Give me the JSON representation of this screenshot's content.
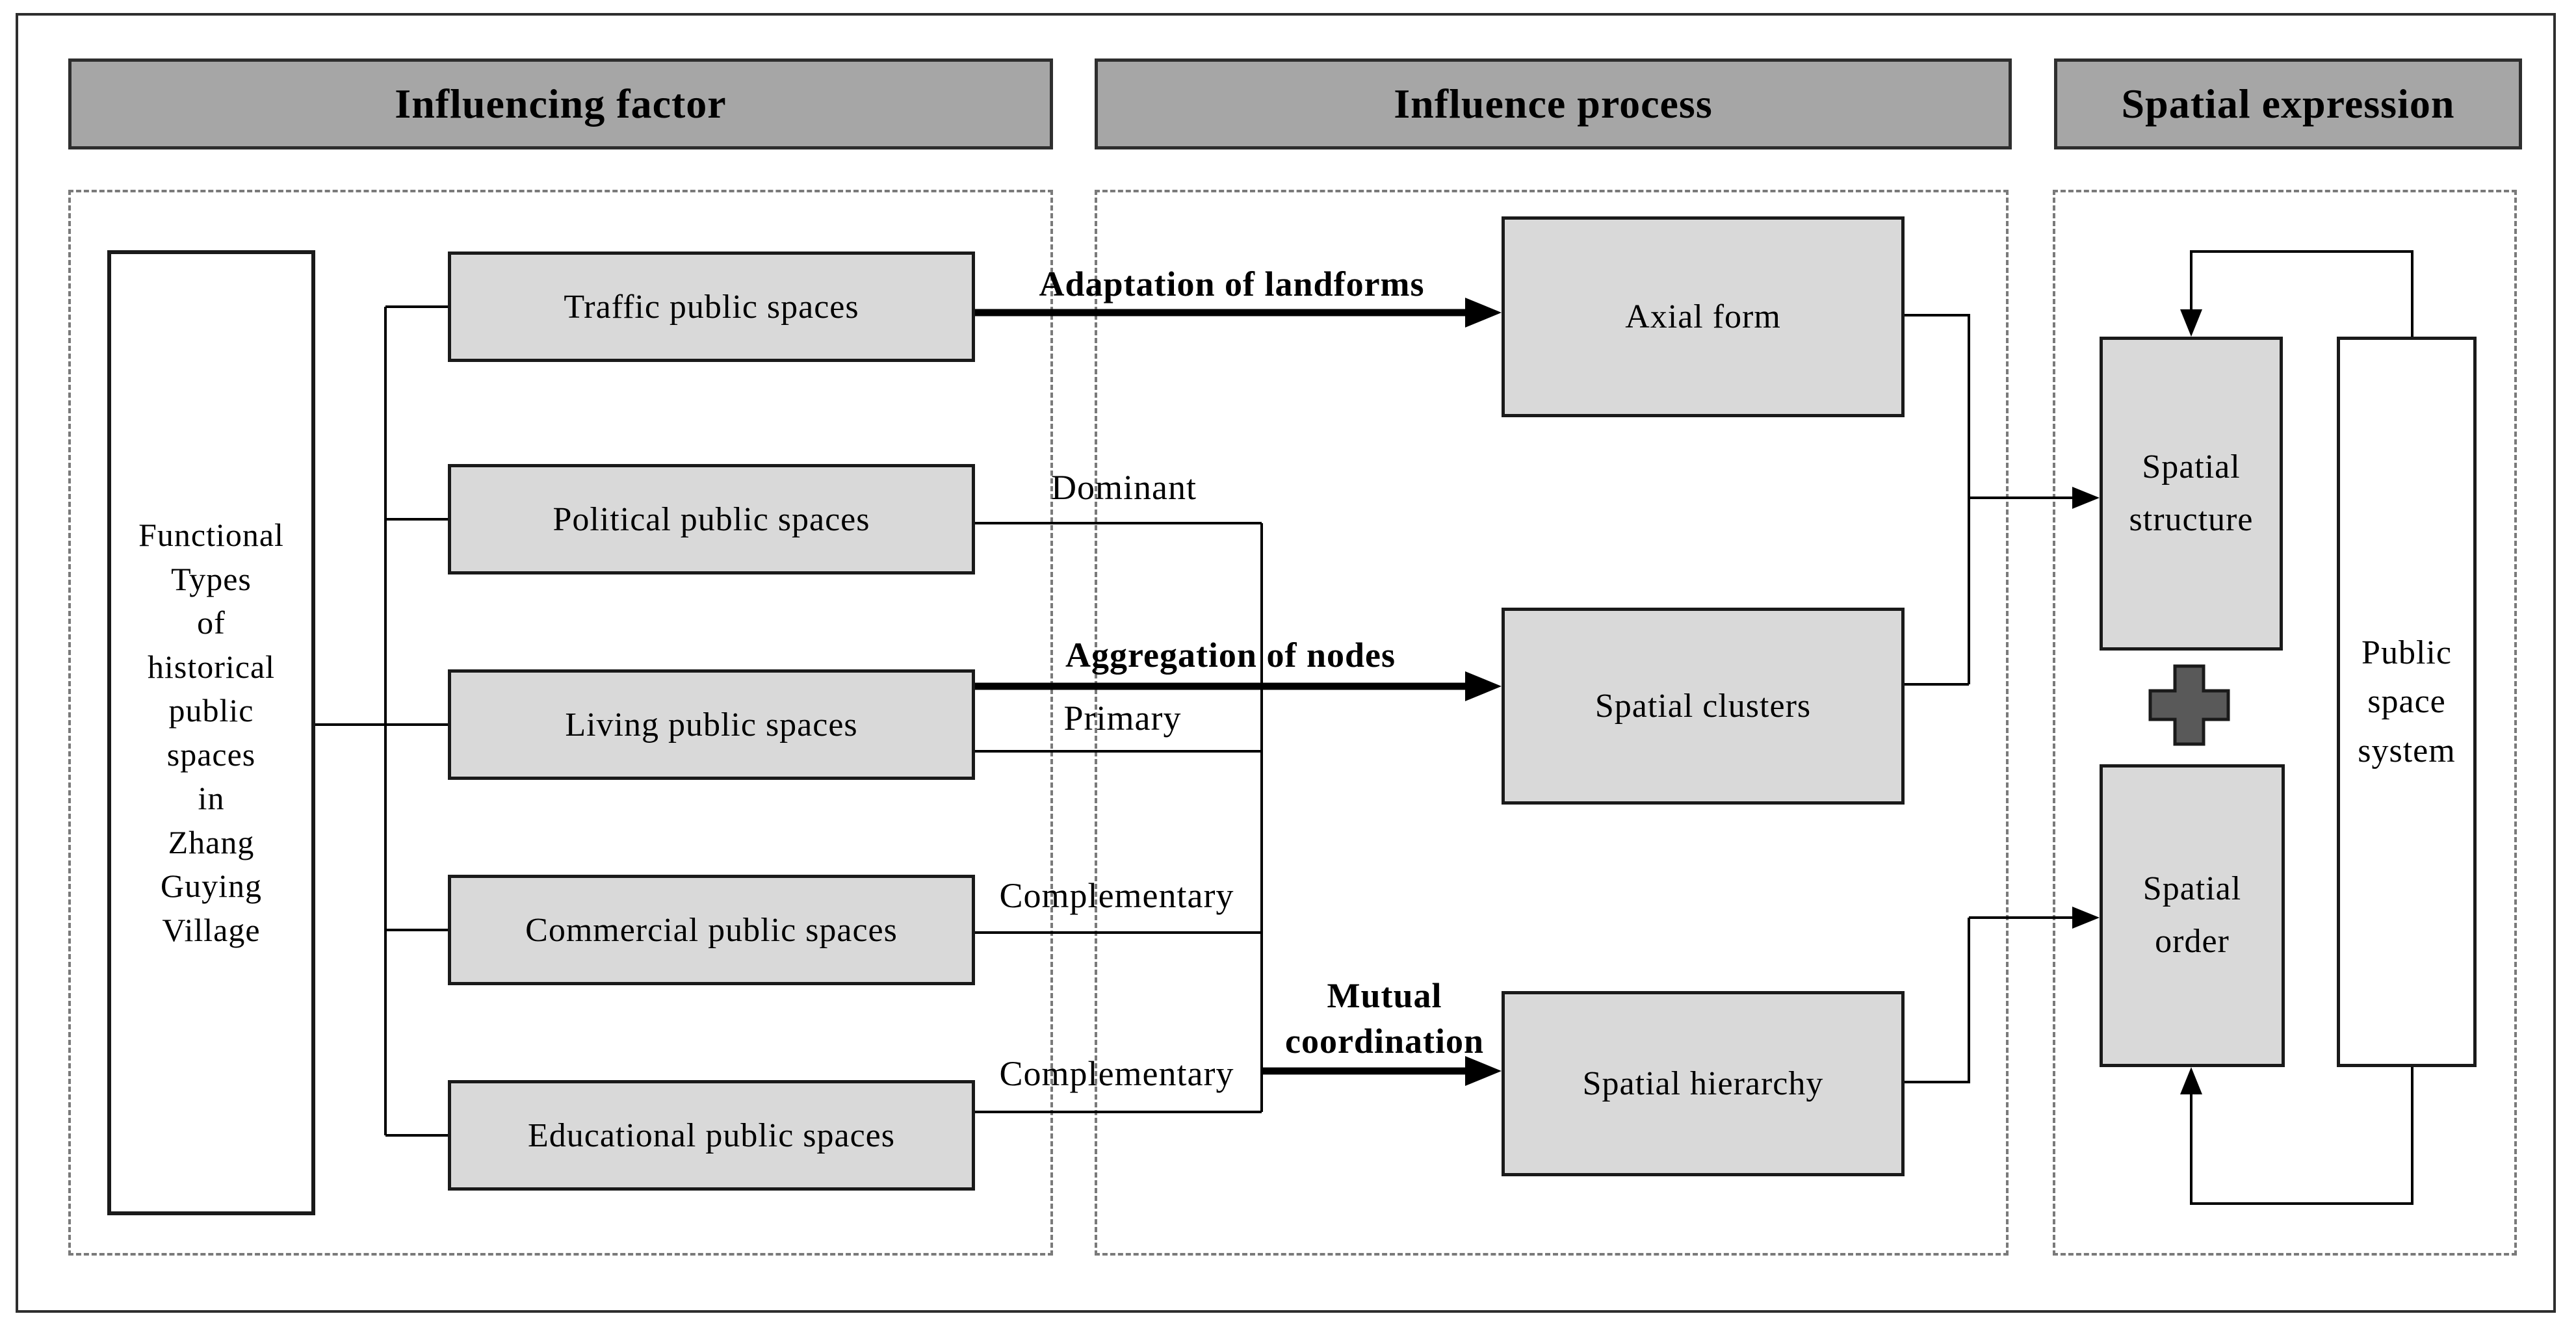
{
  "headers": [
    "Influencing factor",
    "Influence process",
    "Spatial expression"
  ],
  "influencing_factor": {
    "source_box": "Functional\nTypes\nof\nhistorical\npublic\nspaces\nin\nZhang\nGuying\nVillage",
    "factor_boxes": [
      "Traffic public spaces",
      "Political public spaces",
      "Living public spaces",
      "Commercial public spaces",
      "Educational public spaces"
    ],
    "relation_labels": [
      "Dominant",
      "Primary",
      "Complementary",
      "Complementary"
    ]
  },
  "influence_process": {
    "arrow_labels": [
      "Adaptation of landforms",
      "Aggregation of nodes",
      "Mutual\ncoordination"
    ],
    "outcome_boxes": [
      "Axial form",
      "Spatial clusters",
      "Spatial hierarchy"
    ]
  },
  "spatial_expression": {
    "result_boxes": [
      "Spatial\nstructure",
      "Spatial\norder"
    ],
    "system_box": "Public\nspace\nsystem",
    "icons": {
      "plus": "plus-icon"
    }
  },
  "colors": {
    "header_fill": "#a6a6a6",
    "node_fill": "#d9d9d9",
    "node_border": "#1a1a1a",
    "line_color": "#000000",
    "dash_border": "#7a7a7a",
    "plus_fill": "#595959",
    "background": "#ffffff"
  }
}
